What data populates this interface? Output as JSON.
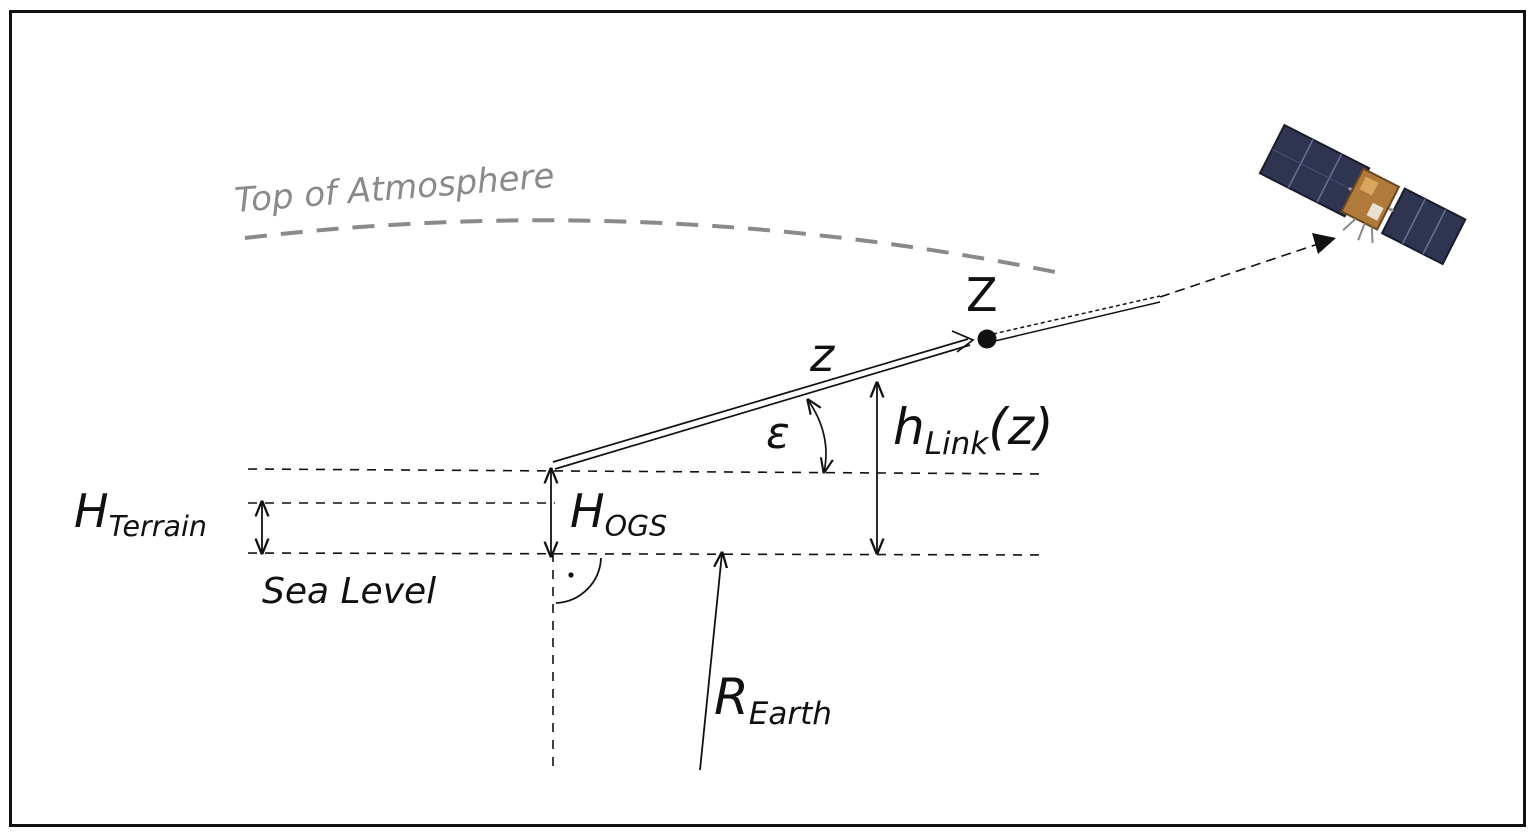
{
  "labels": {
    "top_of_atmosphere": "Top of Atmosphere",
    "Z": "Z",
    "z": "z",
    "epsilon": "ε",
    "h_link_main": "h",
    "h_link_sub": "Link",
    "h_link_arg": "(z)",
    "h_terrain_main": "H",
    "h_terrain_sub": "Terrain",
    "h_ogs_main": "H",
    "h_ogs_sub": "OGS",
    "sea_level": "Sea Level",
    "r_earth_main": "R",
    "r_earth_sub": "Earth"
  },
  "icons": {
    "satellite": "satellite-icon"
  },
  "colors": {
    "line": "#111111",
    "dashed_gray": "#8a8a8a",
    "solar_panel": "#2f3450",
    "satellite_body": "#b07a3a"
  }
}
